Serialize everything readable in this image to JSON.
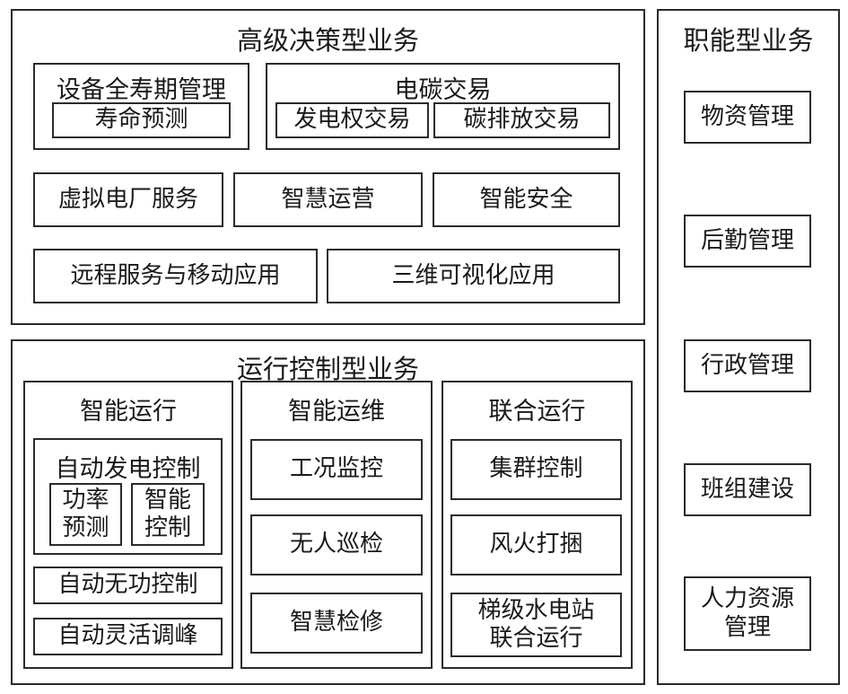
{
  "decision": {
    "title": "高级决策型业务",
    "equipment": {
      "title": "设备全寿期管理",
      "life_prediction": "寿命预测"
    },
    "carbon": {
      "title": "电碳交易",
      "power_rights": "发电权交易",
      "emission": "碳排放交易"
    },
    "virtual_plant": "虚拟电厂服务",
    "smart_operation": "智慧运营",
    "smart_security": "智能安全",
    "remote_mobile": "远程服务与移动应用",
    "visualization_3d": "三维可视化应用"
  },
  "control": {
    "title": "运行控制型业务",
    "smart_run": {
      "title": "智能运行",
      "agc": {
        "title": "自动发电控制",
        "power_forecast": "功率\n预测",
        "intelligent_control": "智能\n控制"
      },
      "avc": "自动无功控制",
      "peak_shaving": "自动灵活调峰"
    },
    "smart_maint": {
      "title": "智能运维",
      "condition_monitor": "工况监控",
      "unmanned_patrol": "无人巡检",
      "smart_repair": "智慧检修"
    },
    "joint_run": {
      "title": "联合运行",
      "cluster_control": "集群控制",
      "wind_thermal": "风火打捆",
      "cascade_hydro": "梯级水电站\n联合运行"
    }
  },
  "functional": {
    "title": "职能型业务",
    "items": [
      "物资管理",
      "后勤管理",
      "行政管理",
      "班组建设",
      "人力资源\n管理"
    ]
  }
}
